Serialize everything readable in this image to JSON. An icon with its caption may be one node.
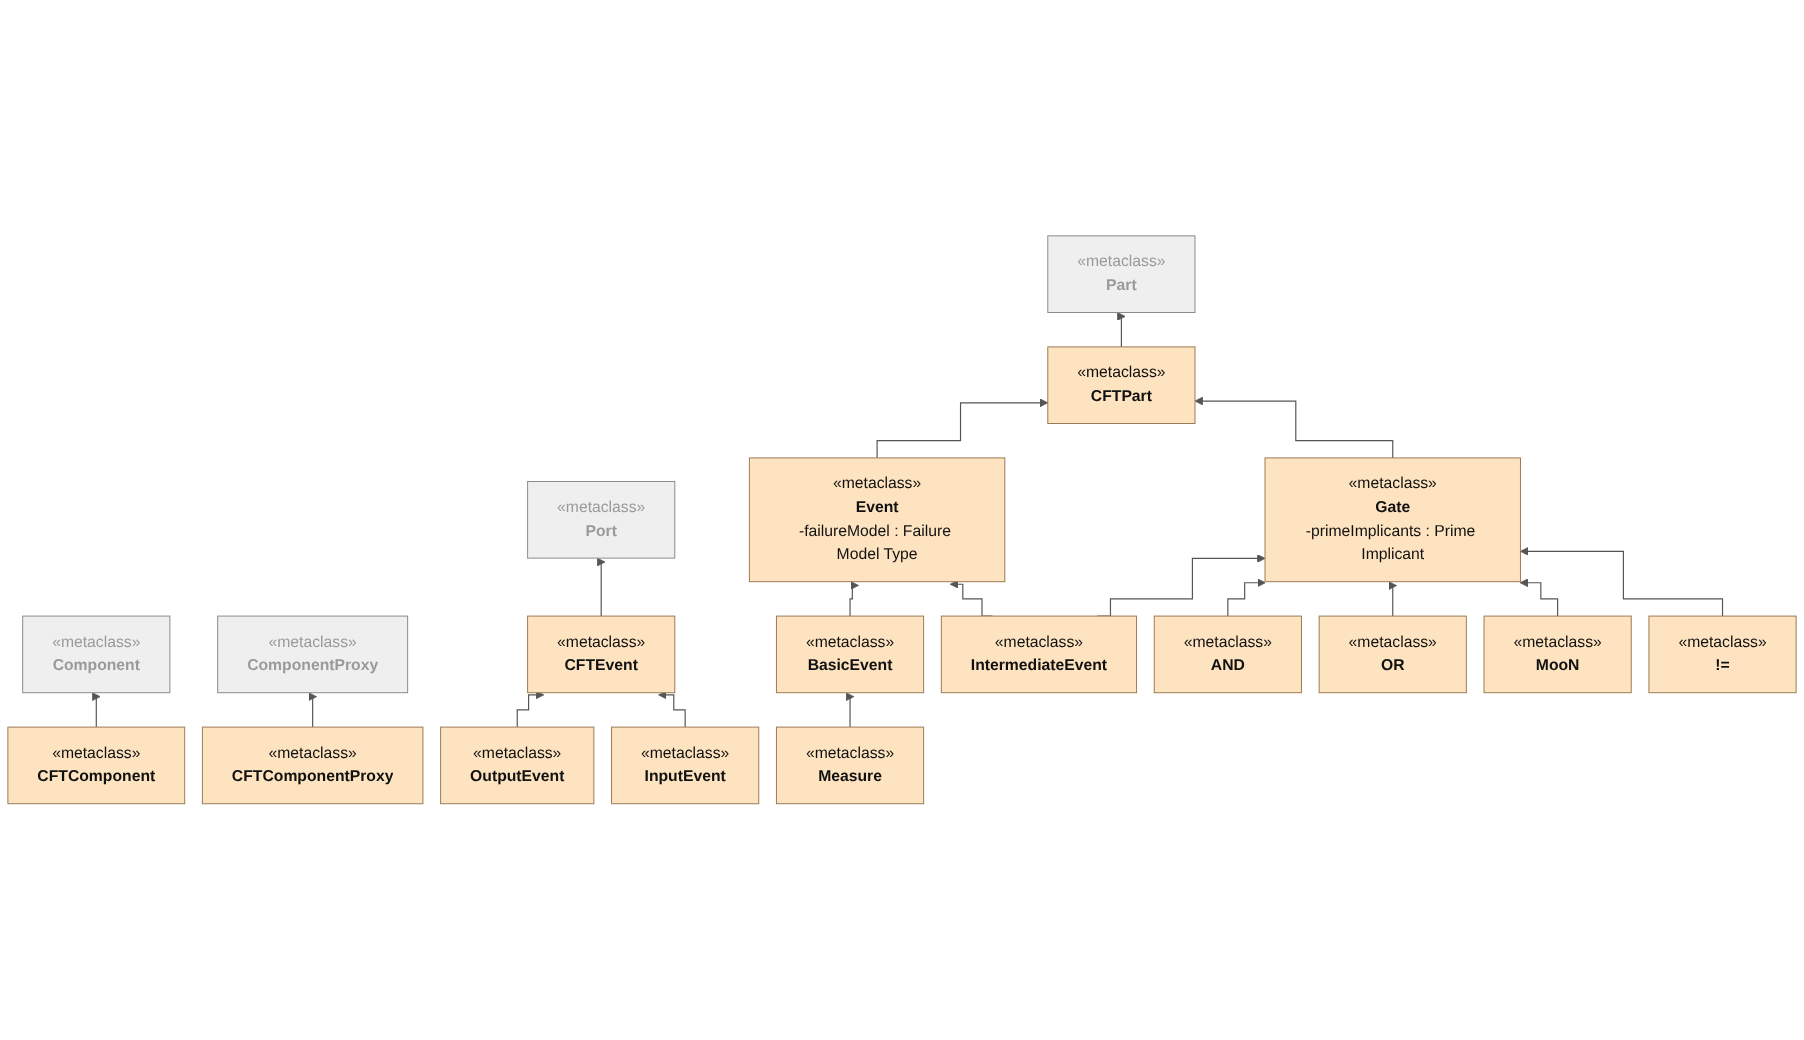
{
  "diagram": {
    "nodes": [
      {
        "text": [
          "«metaclass»",
          "Port"
        ]
      },
      {
        "text": [
          "«metaclass»",
          "Component"
        ]
      },
      {
        "text": [
          "«metaclass»",
          "Part"
        ]
      },
      {
        "text": [
          "«metaclass»",
          "ComponentProxy"
        ]
      },
      {
        "text": [
          "«metaclass»",
          "CFTEvent"
        ]
      },
      {
        "text": [
          "«metaclass»",
          "CFTComponent"
        ]
      },
      {
        "text": [
          "«metaclass»",
          "CFTPart"
        ]
      },
      {
        "text": [
          "«metaclass»",
          "CFTComponentProxy"
        ]
      },
      {
        "text": [
          "«metaclass»",
          "OutputEvent"
        ]
      },
      {
        "text": [
          "«metaclass»",
          "InputEvent"
        ]
      },
      {
        "text": [
          "«metaclass»",
          "Event",
          "-failureModel : Failure Model Type"
        ]
      },
      {
        "text": [
          "«metaclass»",
          "Gate",
          "-primeImplicants : Prime Implicant"
        ]
      },
      {
        "text": [
          "«metaclass»",
          "BasicEvent"
        ]
      },
      {
        "text": [
          "«metaclass»",
          "IntermediateEvent"
        ]
      },
      {
        "text": [
          "«metaclass»",
          "AND"
        ]
      },
      {
        "text": [
          "«metaclass»",
          "OR"
        ]
      },
      {
        "text": [
          "«metaclass»",
          "MooN"
        ]
      },
      {
        "text": [
          "«metaclass»",
          "!="
        ]
      },
      {
        "text": [
          "«metaclass»",
          "Measure"
        ]
      }
    ],
    "edges": [
      {
        "from": 4,
        "to": 0,
        "arrow": "to"
      },
      {
        "from": 5,
        "to": 1,
        "arrow": "to"
      },
      {
        "from": 6,
        "to": 2,
        "arrow": "to"
      },
      {
        "from": 7,
        "to": 3,
        "arrow": "to"
      },
      {
        "from": 8,
        "to": 4,
        "arrow": "to"
      },
      {
        "from": 9,
        "to": 4,
        "arrow": "to"
      },
      {
        "from": 10,
        "to": 6,
        "arrow": "to"
      },
      {
        "from": 11,
        "to": 6,
        "arrow": "to"
      },
      {
        "from": 12,
        "to": 10,
        "arrow": "to"
      },
      {
        "from": 13,
        "to": 10,
        "arrow": "to"
      },
      {
        "from": 13,
        "to": 11,
        "arrow": "to"
      },
      {
        "from": 14,
        "to": 11,
        "arrow": "to"
      },
      {
        "from": 15,
        "to": 11,
        "arrow": "to"
      },
      {
        "from": 16,
        "to": 11,
        "arrow": "to"
      },
      {
        "from": 17,
        "to": 11,
        "arrow": "to"
      },
      {
        "from": 18,
        "to": 12,
        "arrow": "to"
      }
    ]
  }
}
